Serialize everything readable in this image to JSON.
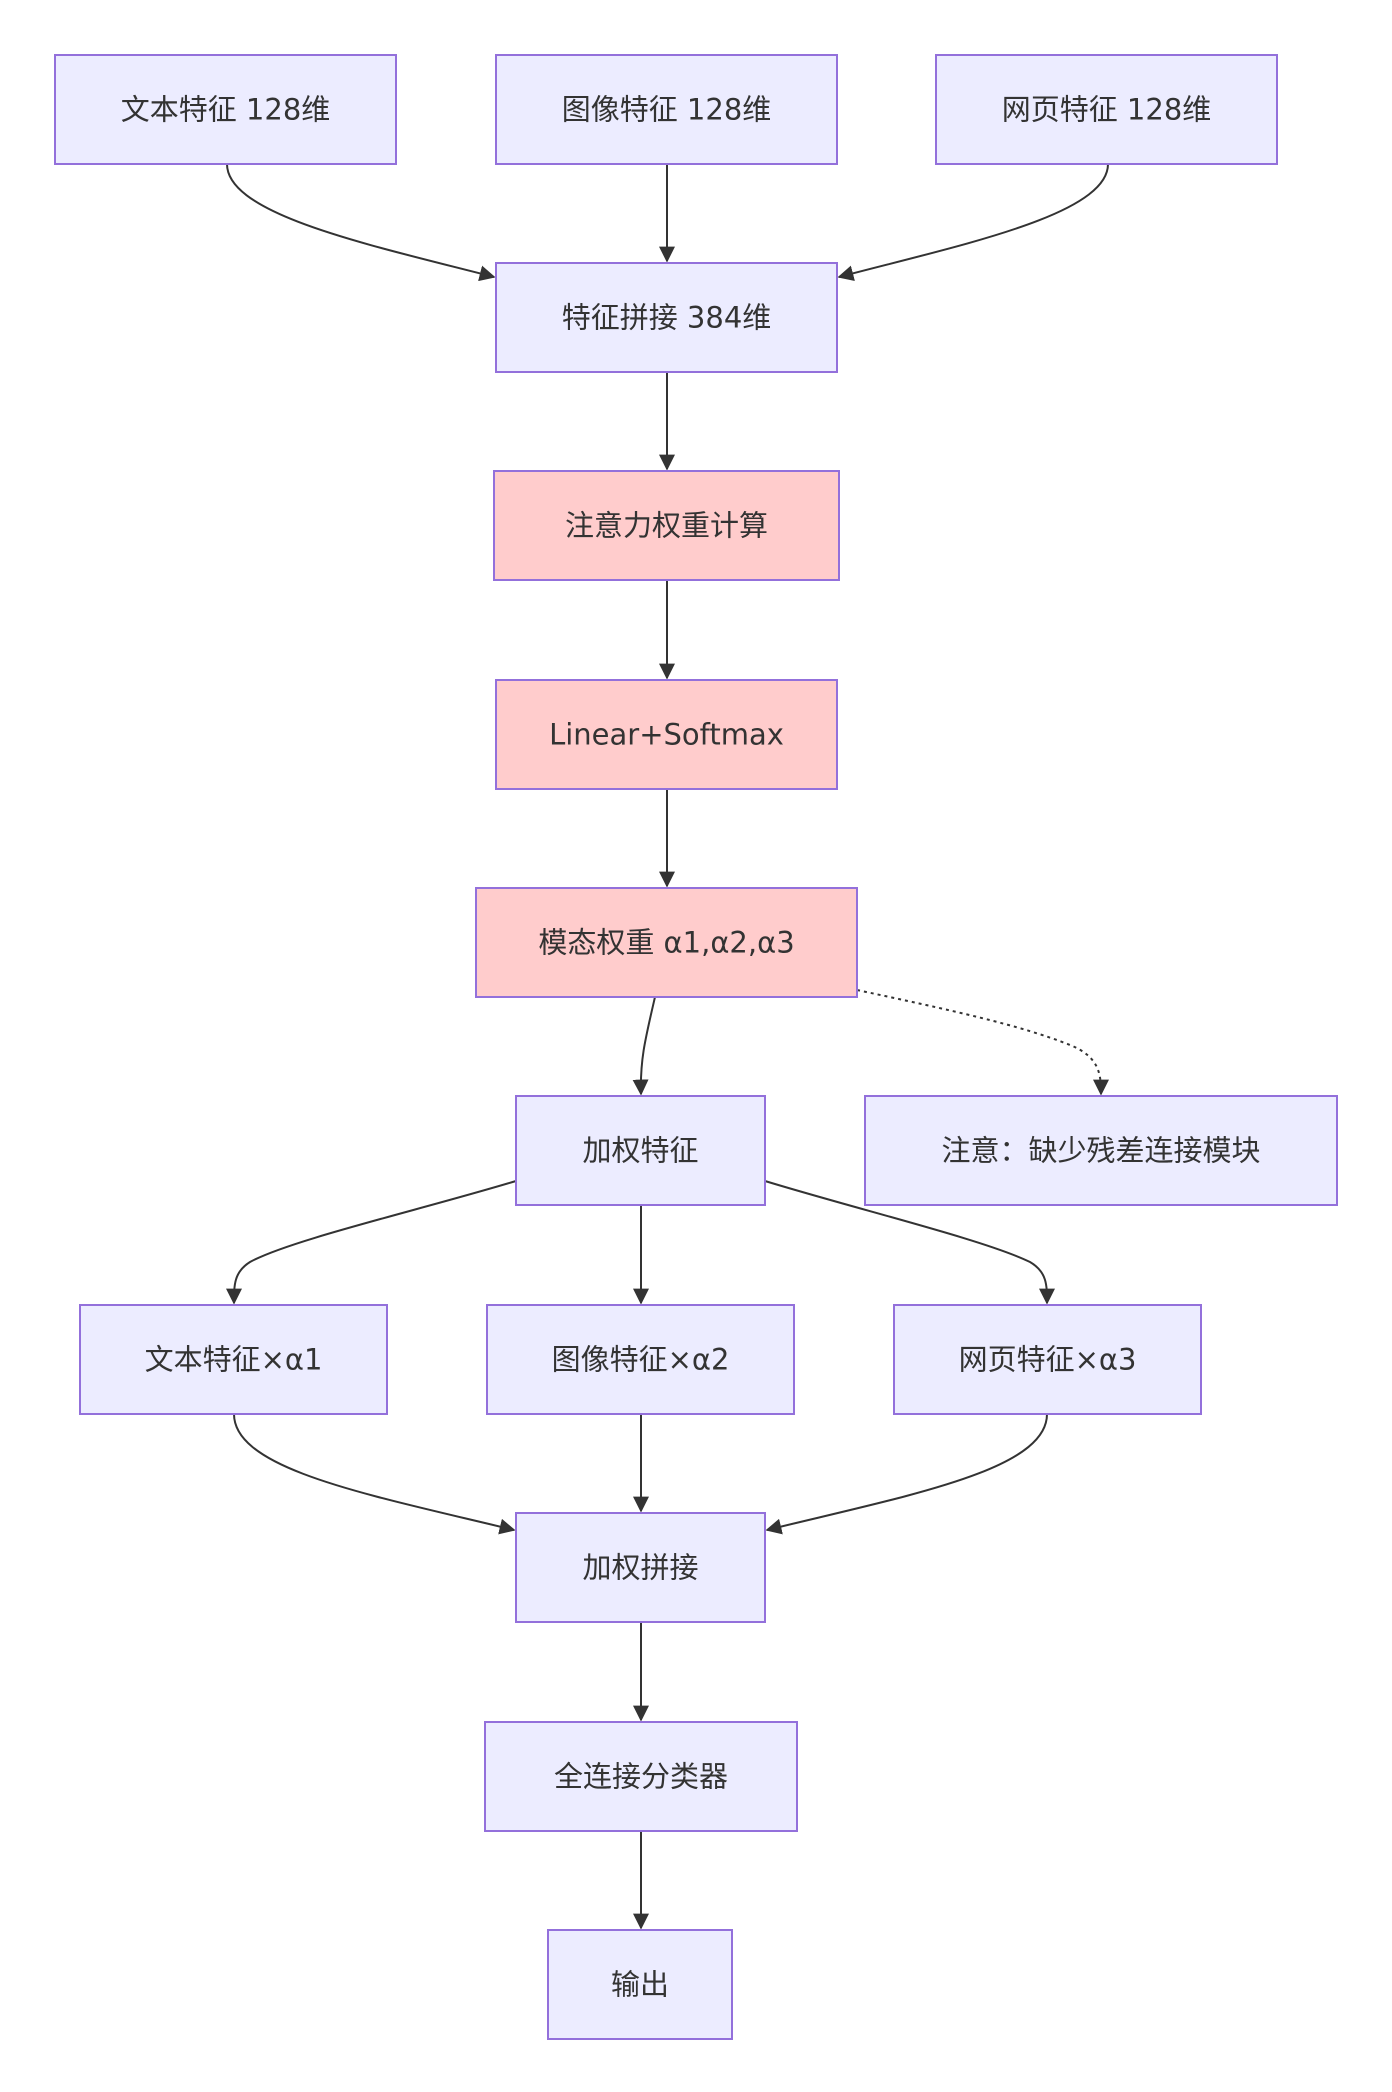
{
  "diagram": {
    "nodes": [
      {
        "id": "text_feat",
        "label": "文本特征 128维",
        "style": "normal"
      },
      {
        "id": "img_feat",
        "label": "图像特征 128维",
        "style": "normal"
      },
      {
        "id": "web_feat",
        "label": "网页特征 128维",
        "style": "normal"
      },
      {
        "id": "concat",
        "label": "特征拼接 384维",
        "style": "normal"
      },
      {
        "id": "attn_calc",
        "label": "注意力权重计算",
        "style": "attention"
      },
      {
        "id": "linear_softmax",
        "label": "Linear+Softmax",
        "style": "attention"
      },
      {
        "id": "modal_weights",
        "label": "模态权重 α1,α2,α3",
        "style": "attention"
      },
      {
        "id": "weighted_feat",
        "label": "加权特征",
        "style": "normal"
      },
      {
        "id": "note",
        "label": "注意：缺少残差连接模块",
        "style": "normal"
      },
      {
        "id": "text_w",
        "label": "文本特征×α1",
        "style": "normal"
      },
      {
        "id": "img_w",
        "label": "图像特征×α2",
        "style": "normal"
      },
      {
        "id": "web_w",
        "label": "网页特征×α3",
        "style": "normal"
      },
      {
        "id": "weighted_concat",
        "label": "加权拼接",
        "style": "normal"
      },
      {
        "id": "fc",
        "label": "全连接分类器",
        "style": "normal"
      },
      {
        "id": "output",
        "label": "输出",
        "style": "normal"
      }
    ],
    "edges": [
      {
        "from": "text_feat",
        "to": "concat",
        "style": "solid"
      },
      {
        "from": "img_feat",
        "to": "concat",
        "style": "solid"
      },
      {
        "from": "web_feat",
        "to": "concat",
        "style": "solid"
      },
      {
        "from": "concat",
        "to": "attn_calc",
        "style": "solid"
      },
      {
        "from": "attn_calc",
        "to": "linear_softmax",
        "style": "solid"
      },
      {
        "from": "linear_softmax",
        "to": "modal_weights",
        "style": "solid"
      },
      {
        "from": "modal_weights",
        "to": "weighted_feat",
        "style": "solid"
      },
      {
        "from": "modal_weights",
        "to": "note",
        "style": "dotted"
      },
      {
        "from": "weighted_feat",
        "to": "text_w",
        "style": "solid"
      },
      {
        "from": "weighted_feat",
        "to": "img_w",
        "style": "solid"
      },
      {
        "from": "weighted_feat",
        "to": "web_w",
        "style": "solid"
      },
      {
        "from": "text_w",
        "to": "weighted_concat",
        "style": "solid"
      },
      {
        "from": "img_w",
        "to": "weighted_concat",
        "style": "solid"
      },
      {
        "from": "web_w",
        "to": "weighted_concat",
        "style": "solid"
      },
      {
        "from": "weighted_concat",
        "to": "fc",
        "style": "solid"
      },
      {
        "from": "fc",
        "to": "output",
        "style": "solid"
      }
    ],
    "colors": {
      "node_fill": "#ECECFF",
      "attention_fill": "#FFCCCC",
      "node_border": "#9370DB",
      "edge": "#333333",
      "text": "#333333"
    }
  }
}
